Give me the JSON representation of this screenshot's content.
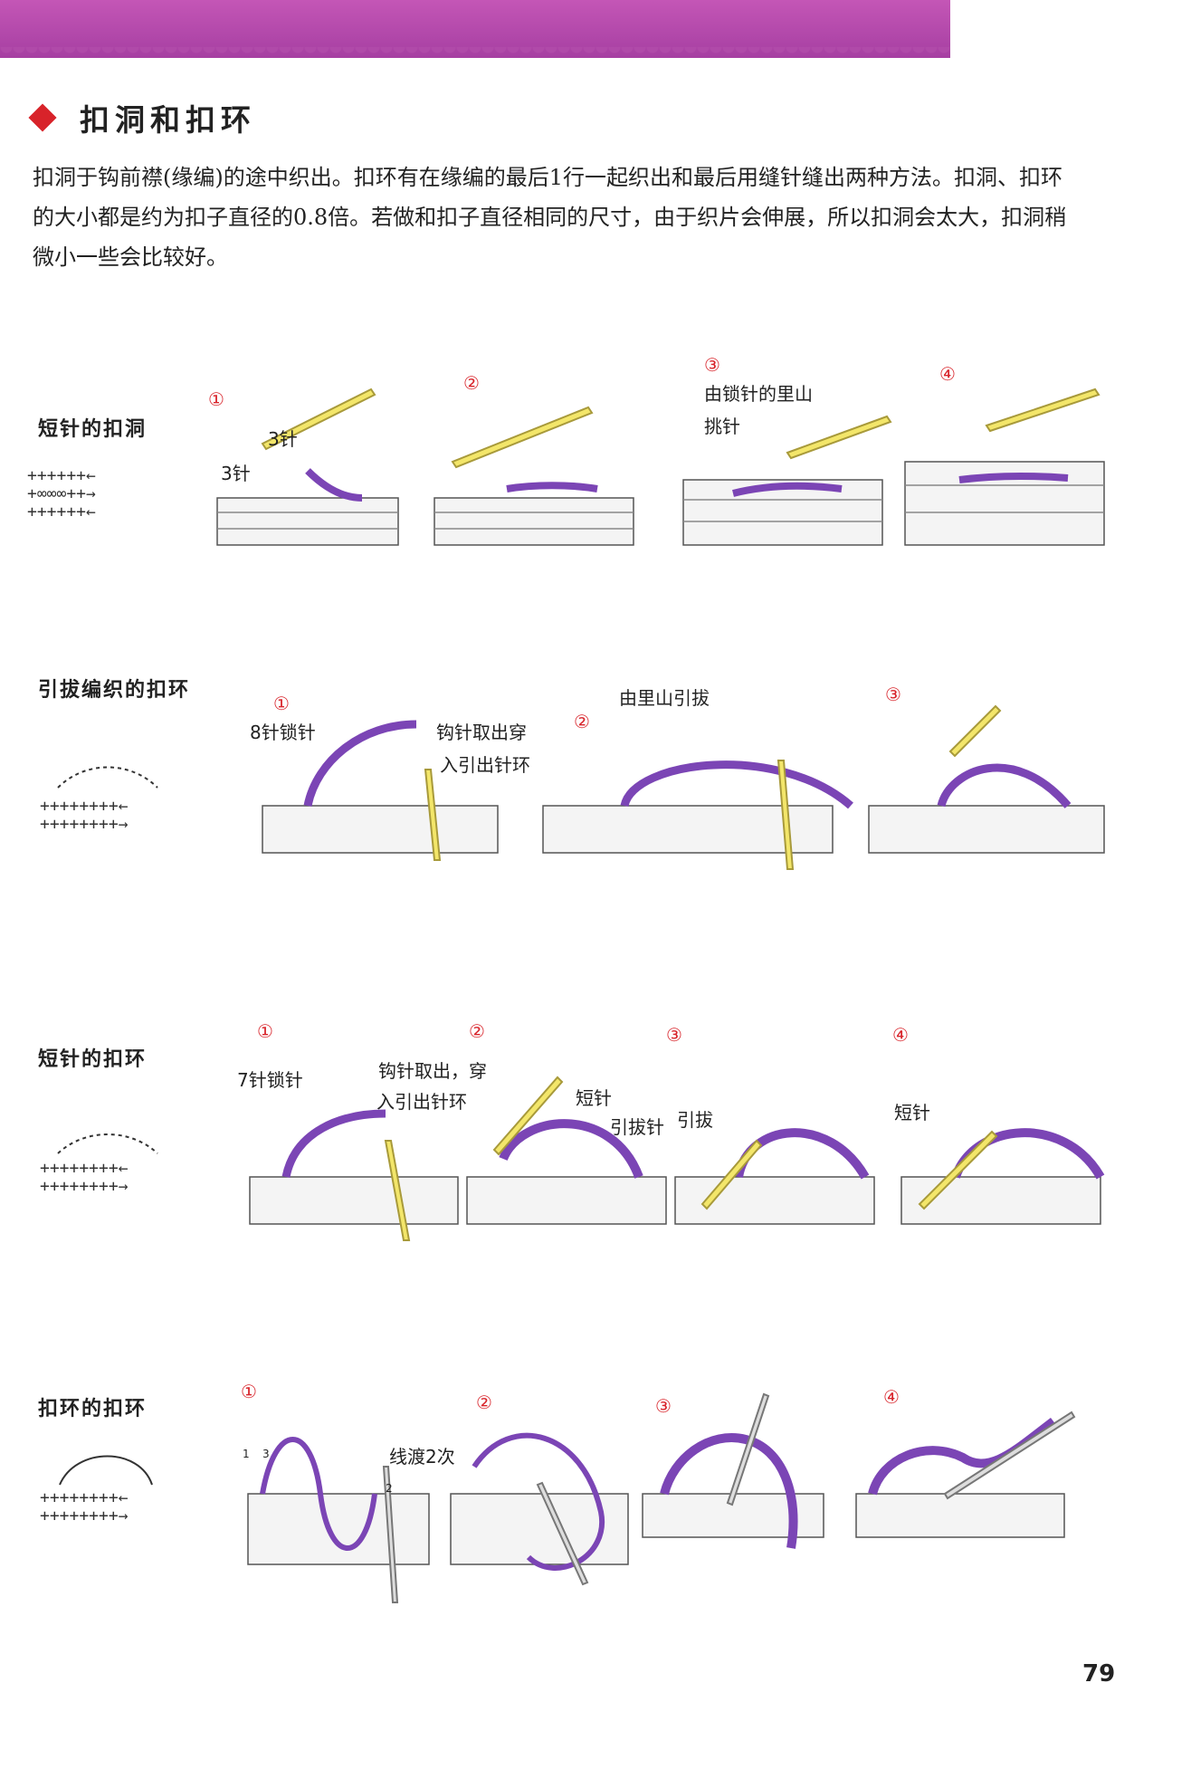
{
  "header": {
    "title": "扣洞和扣环",
    "intro": "扣洞于钩前襟(缘编)的途中织出。扣环有在缘编的最后1行一起织出和最后用缝针缝出两种方法。扣洞、扣环的大小都是约为扣子直径的0.8倍。若做和扣子直径相同的尺寸，由于织片会伸展，所以扣洞会太大，扣洞稍微小一些会比较好。"
  },
  "sections": [
    {
      "label": "短针的扣洞",
      "symbol_rows": [
        "++++++←",
        "+∞∞∞++→",
        "++++++←"
      ],
      "steps": [
        "①",
        "②",
        "③",
        "④"
      ],
      "annotations": [
        "3针",
        "3针",
        "由锁针的里山",
        "挑针"
      ]
    },
    {
      "label": "引拔编织的扣环",
      "symbol_rows": [
        "++++++++←",
        "++++++++→"
      ],
      "steps": [
        "①",
        "②",
        "③"
      ],
      "annotations": [
        "8针锁针",
        "钩针取出穿",
        "入引出针环",
        "由里山引拔"
      ]
    },
    {
      "label": "短针的扣环",
      "symbol_rows": [
        "++++++++←",
        "++++++++→"
      ],
      "steps": [
        "①",
        "②",
        "③",
        "④"
      ],
      "annotations": [
        "7针锁针",
        "钩针取出，穿",
        "入引出针环",
        "短针",
        "引拔针",
        "引拔",
        "短针"
      ]
    },
    {
      "label": "扣环的扣环",
      "symbol_rows": [
        "++++++++←",
        "++++++++→"
      ],
      "steps": [
        "①",
        "②",
        "③",
        "④"
      ],
      "annotations": [
        "线渡2次",
        "1",
        "3",
        "2"
      ]
    }
  ],
  "page_number": "79",
  "colors": {
    "banner": "#b04aa9",
    "accent_red": "#d8232a",
    "yarn_purple": "#7b45b5",
    "hook_yellow": "#f3e66a"
  }
}
